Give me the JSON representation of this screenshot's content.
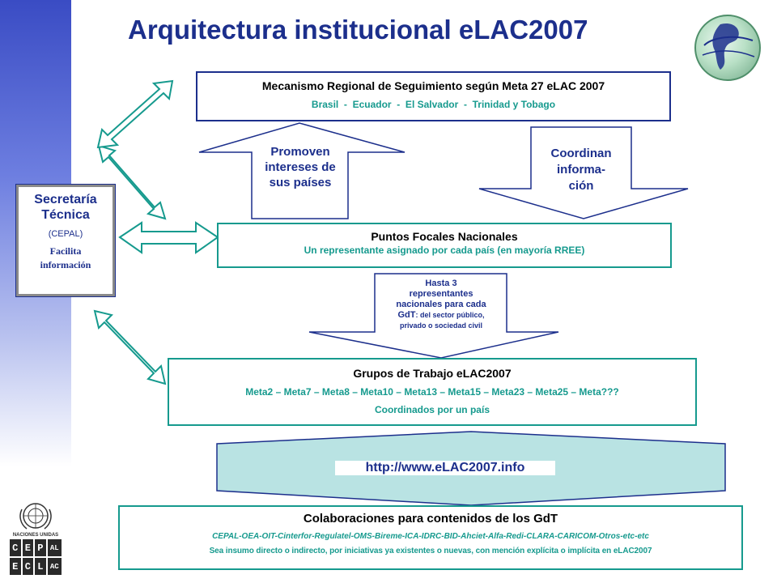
{
  "title": "Arquitectura institucional eLAC2007",
  "secretaria": {
    "line1": "Secretaría",
    "line2": "Técnica",
    "org": "(CEPAL)",
    "note1": "Facilita",
    "note2": "información"
  },
  "mecanismo": {
    "heading": "Mecanismo Regional de Seguimiento según Meta 27 eLAC 2007",
    "countries": "Brasil  -  Ecuador  -  El Salvador  -  Trinidad y Tobago"
  },
  "arrow_up_label": [
    "Promoven",
    "intereses de",
    "sus países"
  ],
  "arrow_down_label": [
    "Coordinan",
    "informa-",
    "ción"
  ],
  "puntos": {
    "heading": "Puntos Focales Nacionales",
    "sub": "Un representante asignado por cada país (en mayoría RREE)"
  },
  "hasta": {
    "line1": "Hasta 3",
    "line2": "representantes",
    "line3": "nacionales para cada",
    "line4_bold": "GdT",
    "line4_rest": ": del sector público,",
    "line5": "privado o sociedad civil"
  },
  "grupos": {
    "heading": "Grupos de Trabajo eLAC2007",
    "metas": "Meta2 – Meta7 – Meta8 – Meta10 – Meta13 – Meta15 – Meta23 – Meta25 – Meta???",
    "coord": "Coordinados por un país"
  },
  "url": "http://www.eLAC2007.info",
  "colab": {
    "heading": "Colaboraciones para contenidos de los GdT",
    "orgs": "CEPAL-OEA-OIT-Cinterfor-Regulatel-OMS-Bireme-ICA-IDRC-BID-Ahciet-Alfa-Redi-CLARA-CARICOM-Otros-etc-etc",
    "note": "Sea insumo directo o indirecto, por iniciativas ya existentes o nuevas, con mención explícita o implícita en eLAC2007"
  },
  "logos": {
    "un_text": "NACIONES UNIDAS",
    "cepal_letters": [
      "C",
      "E",
      "P",
      "A",
      "L"
    ],
    "eclac_letters": [
      "E",
      "C",
      "L",
      "A",
      "C"
    ]
  },
  "colors": {
    "navy": "#1c2f8c",
    "teal": "#169a8e",
    "url_band": "#b9e3e3"
  }
}
